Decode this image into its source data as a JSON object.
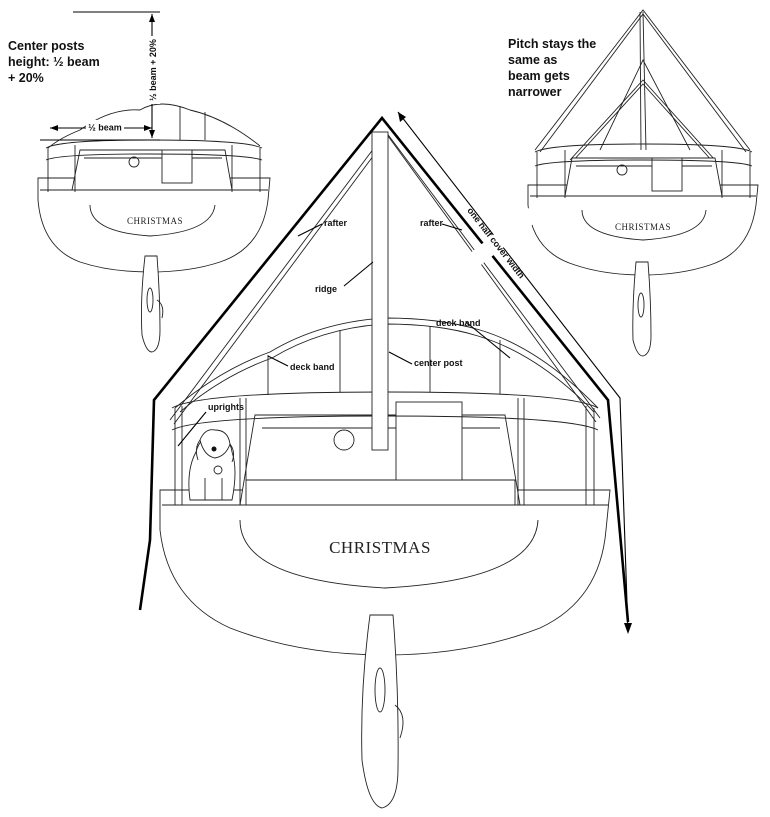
{
  "labels": {
    "top_left_note": [
      "Center posts",
      "height: ½ beam",
      "+ 20%"
    ],
    "top_right_note": [
      "Pitch stays the",
      "same as",
      "beam gets",
      "narrower"
    ],
    "half_beam": "½ beam",
    "vertical_dim": "½ beam + 20%",
    "cover_width": "one half cover width",
    "rafter_left": "rafter",
    "rafter_right": "rafter",
    "ridge": "ridge",
    "deck_band_left": "deck band",
    "deck_band_right": "deck band",
    "center_post": "center post",
    "uprights": "uprights",
    "boat_name_small": "CHRISTMAS",
    "boat_name_large": "CHRISTMAS"
  },
  "icons": [
    "dog-illustration",
    "porthole-icon",
    "arrow-icon"
  ]
}
